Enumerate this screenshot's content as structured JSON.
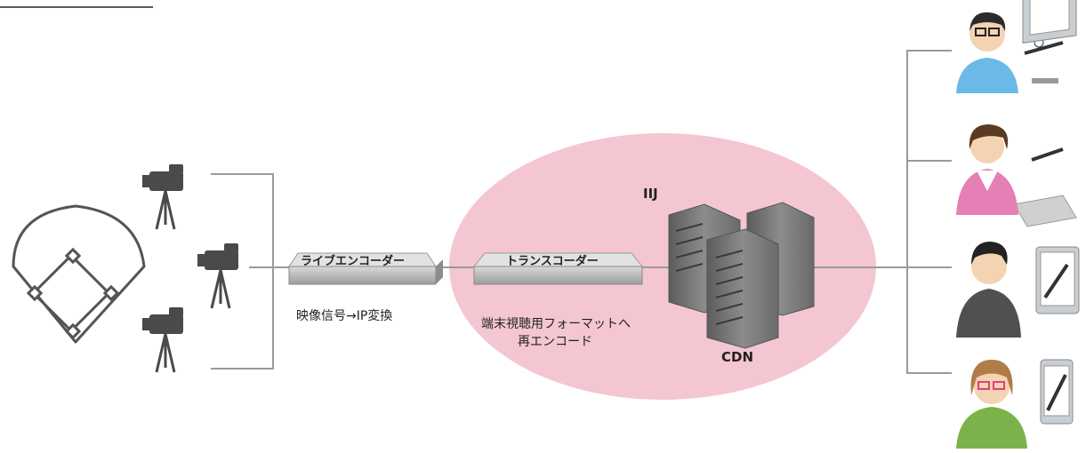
{
  "diagram": {
    "cloud_label": "IIJ",
    "live_encoder": "ライブエンコーダー",
    "encoder_caption": "映像信号→IP変換",
    "transcoder": "トランスコーダー",
    "transcoder_caption_line1": "端末視聴用フォーマットへ",
    "transcoder_caption_line2": "再エンコード",
    "cdn_label": "CDN"
  },
  "colors": {
    "cloud": "#f4c6d2",
    "line": "#9a9a9a",
    "device_gray": "#8a8a8a",
    "server_gray": "#707070"
  }
}
